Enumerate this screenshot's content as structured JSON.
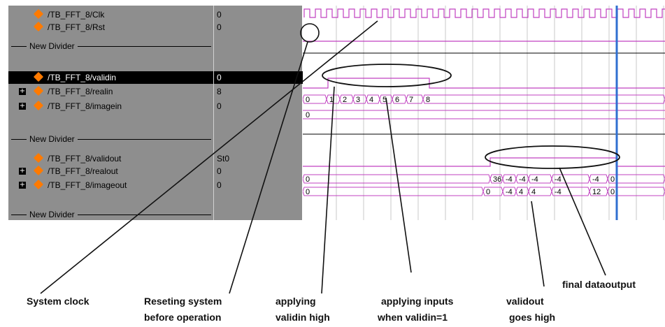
{
  "signals": [
    {
      "name": "/TB_FFT_8/Clk",
      "value": "0",
      "expandable": false
    },
    {
      "name": "/TB_FFT_8/Rst",
      "value": "0",
      "expandable": false
    },
    {
      "divider": "New Divider"
    },
    {
      "name": "/TB_FFT_8/validin",
      "value": "0",
      "expandable": false,
      "selected": true
    },
    {
      "name": "/TB_FFT_8/realin",
      "value": "8",
      "expandable": true
    },
    {
      "name": "/TB_FFT_8/imagein",
      "value": "0",
      "expandable": true
    },
    {
      "divider": "New Divider"
    },
    {
      "name": "/TB_FFT_8/validout",
      "value": "St0",
      "expandable": false
    },
    {
      "name": "/TB_FFT_8/realout",
      "value": "0",
      "expandable": true
    },
    {
      "name": "/TB_FFT_8/imageout",
      "value": "0",
      "expandable": true
    },
    {
      "divider": "New Divider"
    }
  ],
  "waves": {
    "realin_labels": [
      "0",
      "1",
      "2",
      "3",
      "4",
      "5",
      "6",
      "7",
      "8"
    ],
    "imagein_labels": [
      "0"
    ],
    "realout_labels": [
      "0",
      "36",
      "-4",
      "-4",
      "-4",
      "-4",
      "-4",
      "0"
    ],
    "imageout_labels": [
      "0",
      "0",
      "-4",
      "4",
      "4",
      "-4",
      "12",
      "0"
    ]
  },
  "annotations": {
    "system_clock": "System clock",
    "reset_line1": "Reseting system",
    "reset_line2": "before operation",
    "validin_line1": "applying",
    "validin_line2": "validin high",
    "inputs_line1": "applying inputs",
    "inputs_line2": "when validin=1",
    "validout_line1": "validout",
    "validout_line2": "goes high",
    "final_output": "final dataoutput"
  },
  "colors": {
    "panel": "#8e8e8e",
    "wave": "#c040c0",
    "cursor": "#2f6fd0",
    "selected": "#000000",
    "signal_icon": "#ff7a00"
  }
}
